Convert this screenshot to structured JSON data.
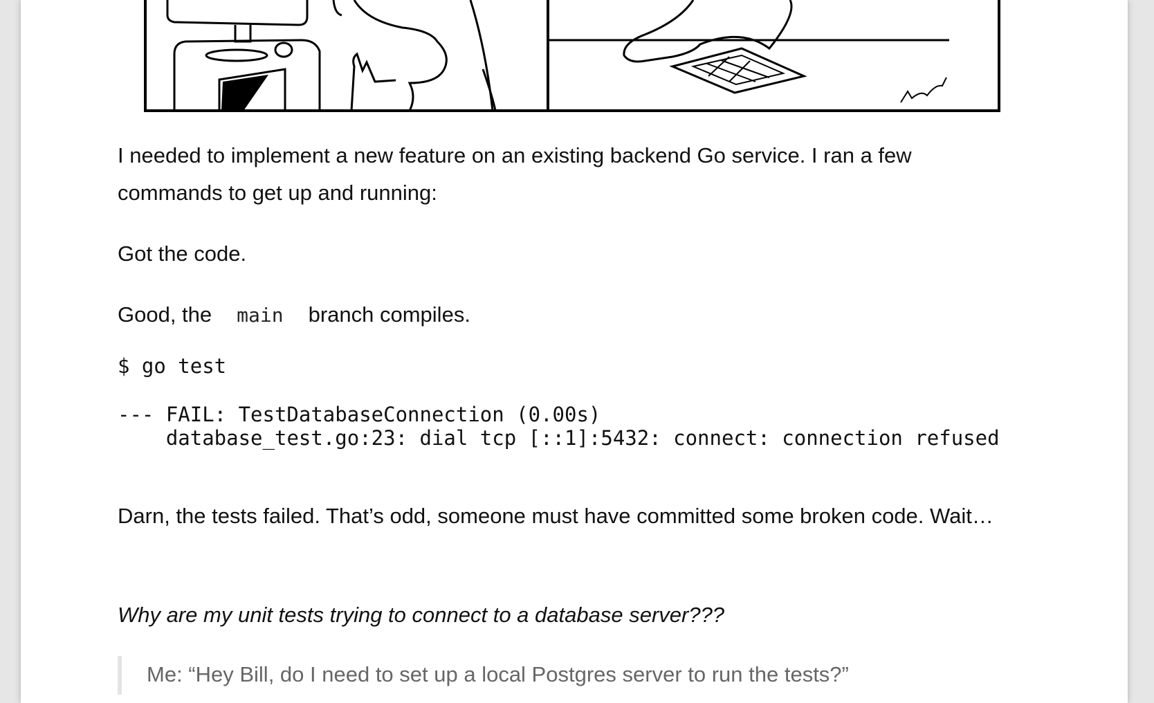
{
  "article": {
    "paragraph1": "I needed to implement a new feature on an existing backend Go service. I ran a few commands to get up and running:",
    "paragraph2": "Got the code.",
    "paragraph3": {
      "before": "Good, the",
      "code": "main",
      "after": "branch compiles."
    },
    "command": "$ go test",
    "test_output": "--- FAIL: TestDatabaseConnection (0.00s)\n    database_test.go:23: dial tcp [::1]:5432: connect: connection refused",
    "paragraph4": "Darn, the tests failed. That’s odd, someone must have committed some broken code. Wait…",
    "paragraph5": "Why are my unit tests trying to connect to a database server???",
    "blockquote": "Me: “Hey Bill, do I need to set up a local Postgres server to run the tests?”"
  },
  "comic": {
    "description_icon": "comic-illustration"
  }
}
